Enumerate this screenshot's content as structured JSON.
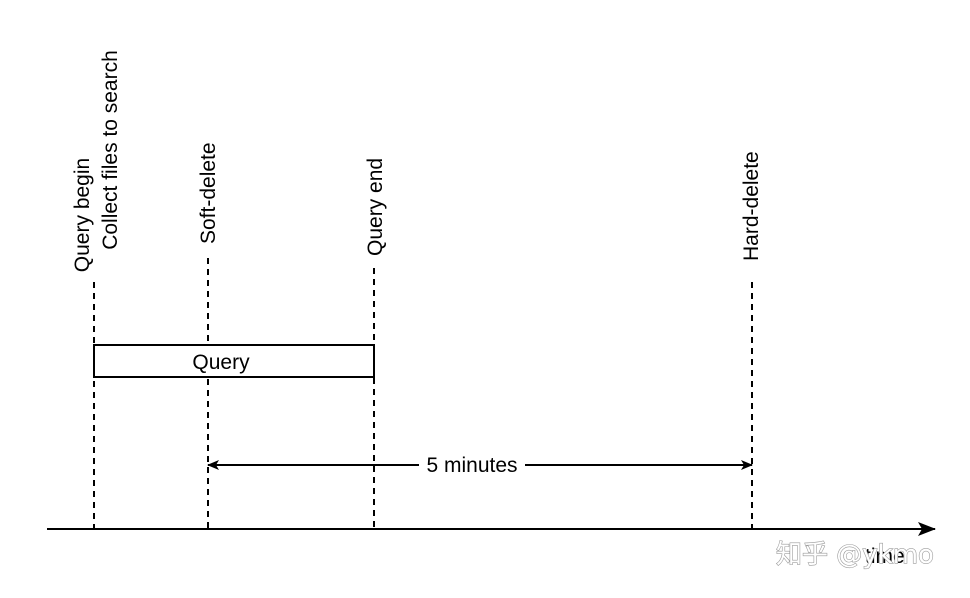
{
  "events": {
    "query_begin": [
      "Query begin",
      "Collect files to search"
    ],
    "soft_delete": "Soft-delete",
    "query_end": "Query end",
    "hard_delete": "Hard-delete"
  },
  "query_box": {
    "label": "Query"
  },
  "interval": {
    "label": "5 minutes"
  },
  "axis": {
    "label": "time"
  },
  "watermark": "知乎 @ykmo"
}
